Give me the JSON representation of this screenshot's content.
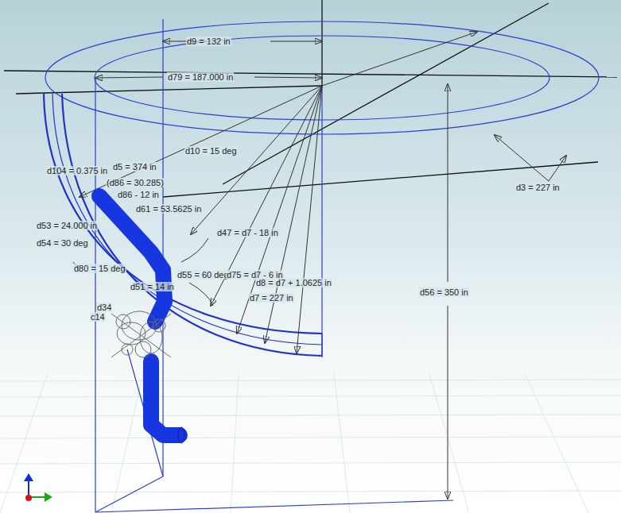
{
  "diagram": {
    "labels": [
      "d9 = 132 in",
      "d79 = 187.000 in",
      "d10 = 15 deg",
      "d104 = 0.375 in",
      "d5 = 374 in",
      "(d86 = 30.285)",
      "d86 - 12 in",
      "d61 = 53.5625 in",
      "d53 = 24.000 in",
      "d54 = 30 deg",
      "d80 = 15 deg",
      "d47 = d7 - 18 in",
      "d55 = 60 deg",
      "d75 = d7 - 6 in",
      "d8 = d7 + 1.0625 in",
      "d7 = 227 in",
      "d51 = 14 in",
      "d3 = 227 in",
      "d56 = 350 in",
      "d34",
      "c14"
    ]
  }
}
